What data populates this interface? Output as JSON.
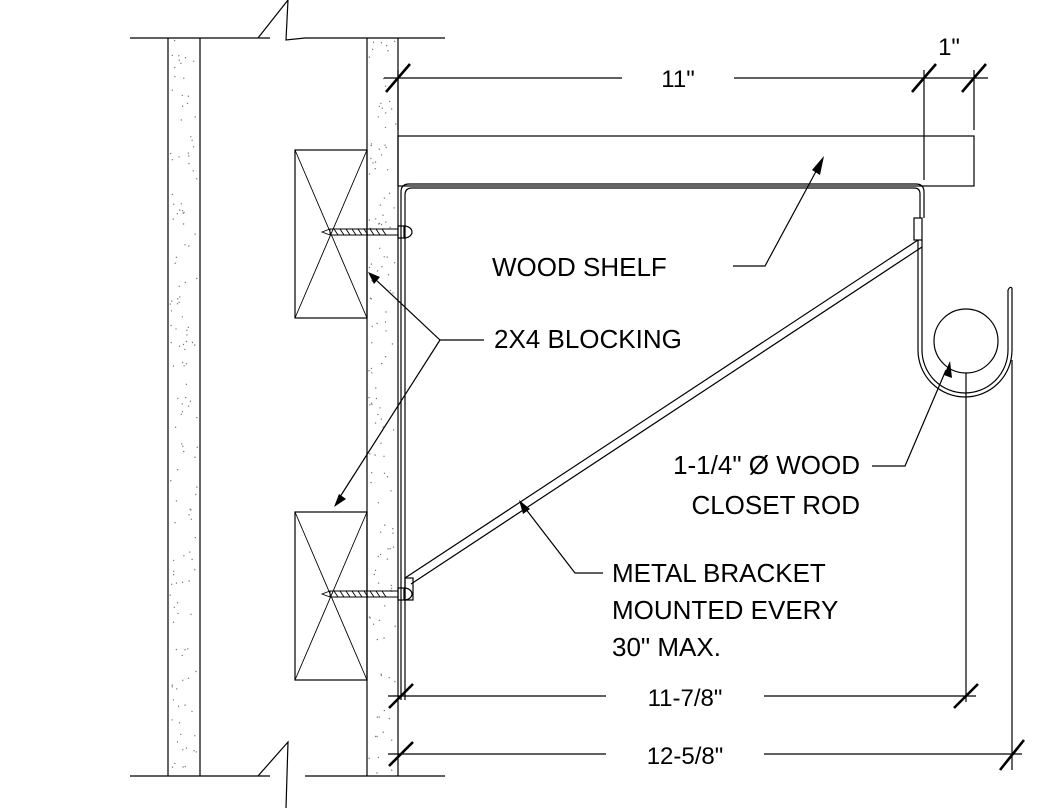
{
  "labels": {
    "wood_shelf": "WOOD SHELF",
    "blocking": "2X4 BLOCKING",
    "rod_line1": "1-1/4\" Ø WOOD",
    "rod_line2": "CLOSET ROD",
    "bracket_line1": "METAL BRACKET",
    "bracket_line2": "MOUNTED EVERY",
    "bracket_line3": "30\" MAX."
  },
  "dimensions": {
    "shelf_depth": "11\"",
    "shelf_overhang": "1\"",
    "rod_offset": "11-7/8\"",
    "overall": "12-5/8\""
  }
}
